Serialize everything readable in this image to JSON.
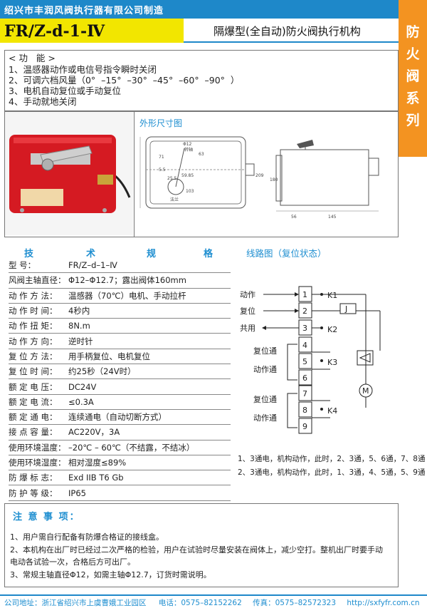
{
  "header": {
    "company": "绍兴市丰润风阀执行器有限公司制造",
    "model": "FR/Z-d-1-Ⅳ",
    "title": "隔爆型(全自动)防火阀执行机构",
    "side_label": [
      "防",
      "火",
      "阀",
      "系",
      "列"
    ]
  },
  "functions": {
    "heading": "< 功   能 >",
    "items": [
      "1、温感器动作或电信号指令瞬时关闭",
      "2、可调六档风量（0°  –15°  –30°  –45°  –60°  –90°  ）",
      "3、电机自动复位或手动复位",
      "4、手动就地关闭"
    ]
  },
  "dimensions": {
    "title": "外形尺寸图",
    "labels": [
      "71",
      "5.5",
      "25.5",
      "59.85",
      "103",
      "63",
      "209",
      "180",
      "56",
      "145",
      "Φ12",
      "转轴",
      "法兰"
    ]
  },
  "specs": {
    "heading": [
      "技",
      "术",
      "规",
      "格"
    ],
    "rows": [
      {
        "label": "型          号：",
        "value": "FR/Z–d–1–Ⅳ"
      },
      {
        "label": "风阀主轴直径：",
        "value": "Φ12–Φ12.7；露出阀体160mm"
      },
      {
        "label": "动  作  方  法：",
        "value": "温感器（70℃）电机、手动拉杆"
      },
      {
        "label": "动  作  时  间：",
        "value": "4秒内"
      },
      {
        "label": "动  作  扭  矩：",
        "value": "8N.m"
      },
      {
        "label": "动  作  方  向：",
        "value": "逆时针"
      },
      {
        "label": "复  位  方  法：",
        "value": "用手柄复位、电机复位"
      },
      {
        "label": "复  位  时  间：",
        "value": "约25秒（24V时）"
      },
      {
        "label": "额  定  电  压：",
        "value": "DC24V"
      },
      {
        "label": "额  定  电  流：",
        "value": "≤0.3A"
      },
      {
        "label": "额  定  通  电：",
        "value": "连续通电（自动切断方式）"
      },
      {
        "label": "接  点  容  量：",
        "value": "AC220V，3A"
      },
      {
        "label": "使用环境温度：",
        "value": "–20℃ – 60℃（不结露，不结冰）"
      },
      {
        "label": "使用环境湿度：",
        "value": "相对湿度≤89%"
      },
      {
        "label": "防  爆  标  志：",
        "value": "Exd  IIB  T6  Gb"
      },
      {
        "label": "防  护  等  级：",
        "value": "IP65"
      }
    ]
  },
  "circuit": {
    "title": "线路图（复位状态）",
    "terminals": [
      "1",
      "2",
      "3",
      "4",
      "5",
      "6",
      "7",
      "8",
      "9"
    ],
    "left_labels": {
      "dongzuo": "动作",
      "fuwei": "复位",
      "gongyong": "共用",
      "fuweitong1": "复位通",
      "dongzuotong1": "动作通",
      "fuweitong2": "复位通",
      "dongzuotong2": "动作通"
    },
    "relays": [
      "K1",
      "K2",
      "K3",
      "K4",
      "J"
    ],
    "motor": "M",
    "notes": [
      "1、3通电，机构动作，此时，2、3通，5、6通，7、8通",
      "2、3通电，机构动作，此时，1、3通，4、5通，5、9通"
    ]
  },
  "notes": {
    "title": "注 意 事 项：",
    "items": [
      "1、用户需自行配备有防爆合格证的接线盒。",
      "2、本机构在出厂时已经过二次严格的检验，用户在试验时尽量安装在阀体上，减少空打。整机出厂时要手动",
      "电动各试验一次，合格后方可出厂。",
      "3、常规主轴直径Φ12，如需主轴Φ12.7，订货时需说明。"
    ]
  },
  "footer": {
    "address": "公司地址：浙江省绍兴市上虞曹娥工业园区",
    "phone": "电话：0575–82152262",
    "fax": "传真：0575–82572323",
    "web": "http://sxfyfr.com.cn"
  }
}
